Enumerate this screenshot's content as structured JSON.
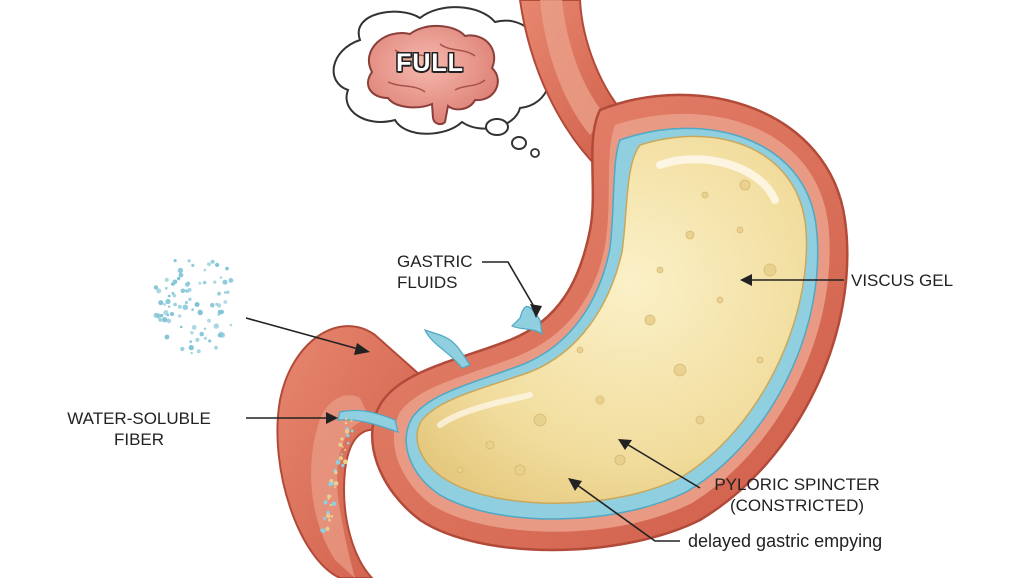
{
  "bubble": {
    "text": "FULL"
  },
  "labels": {
    "gastric_fluids": [
      "GASTRIC",
      "FLUIDS"
    ],
    "viscus_gel": "VISCUS GEL",
    "water_soluble_fiber": [
      "WATER-SOLUBLE",
      "FIBER"
    ],
    "pyloric_sphincter": [
      "PYLORIC SPINCTER",
      "(CONSTRICTED)"
    ],
    "delayed_emptying": "delayed gastric empying"
  },
  "colors": {
    "stomach_wall": "#d9715c",
    "stomach_inner": "#e79b86",
    "gel_fill": "#f3e2a6",
    "fluid": "#8fcfe0",
    "brain": "#e89a8f"
  }
}
